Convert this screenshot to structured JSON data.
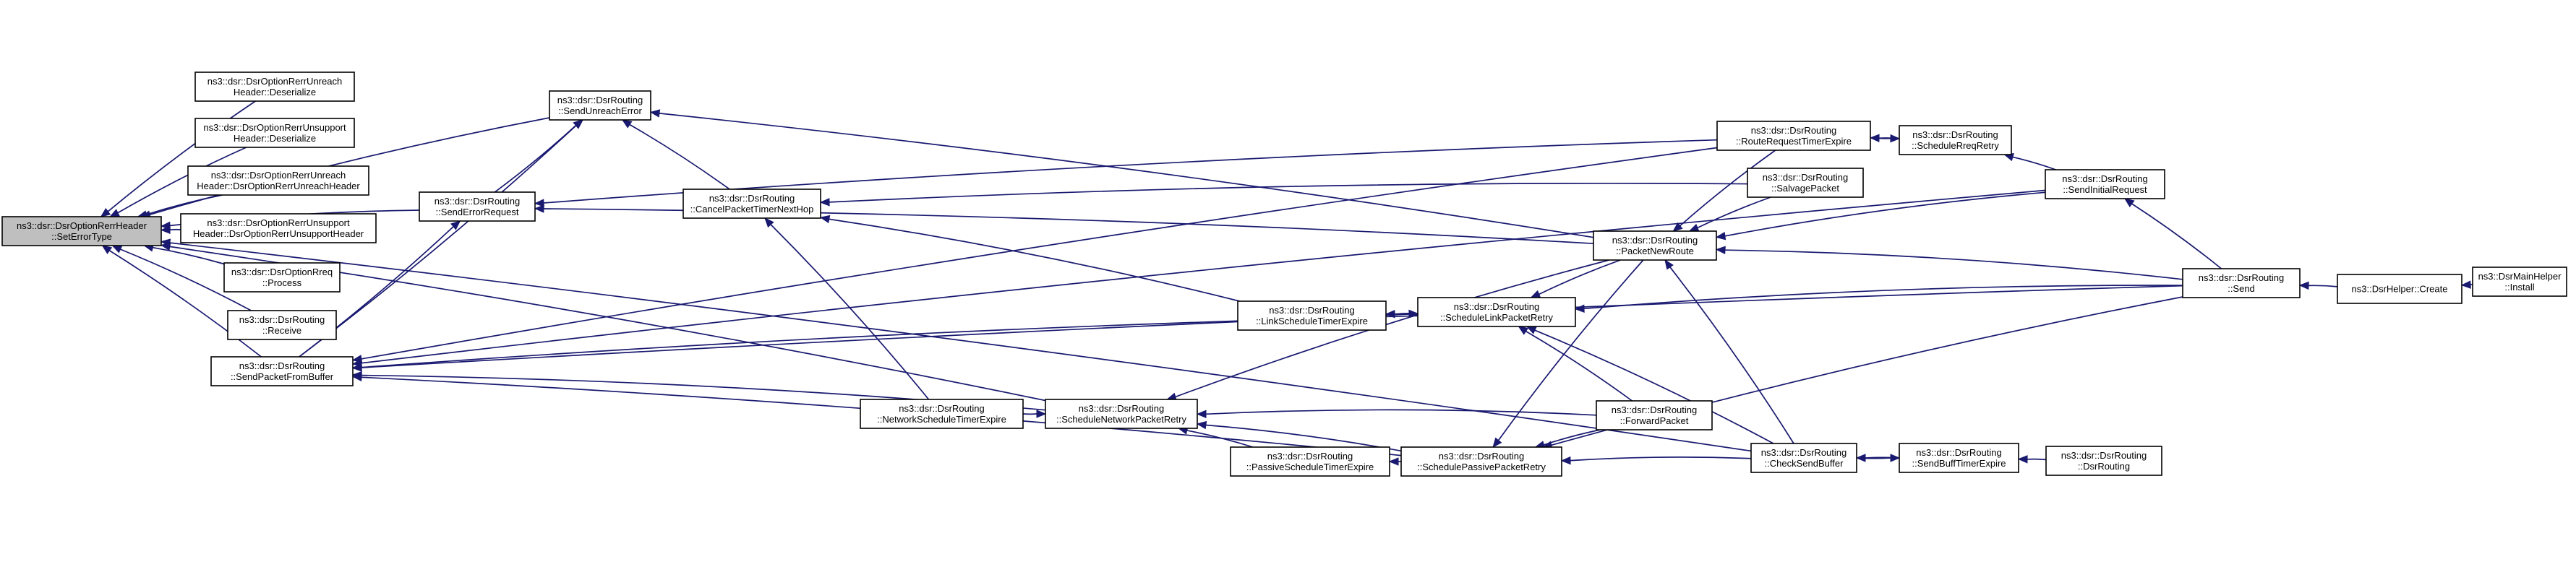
{
  "colors": {
    "edge": "#191970",
    "root_fill": "#bfbfbf",
    "node_fill": "#ffffff",
    "border": "#000000"
  },
  "nodes": [
    {
      "id": "n0",
      "lines": [
        "ns3::dsr::DsrOptionRerrHeader",
        "::SetErrorType"
      ],
      "root": true
    },
    {
      "id": "n1",
      "lines": [
        "ns3::dsr::DsrOptionRerrUnreach",
        "Header::Deserialize"
      ]
    },
    {
      "id": "n2",
      "lines": [
        "ns3::dsr::DsrOptionRerrUnsupport",
        "Header::Deserialize"
      ]
    },
    {
      "id": "n3",
      "lines": [
        "ns3::dsr::DsrOptionRerrUnreach",
        "Header::DsrOptionRerrUnreachHeader"
      ]
    },
    {
      "id": "n4",
      "lines": [
        "ns3::dsr::DsrOptionRerrUnsupport",
        "Header::DsrOptionRerrUnsupportHeader"
      ]
    },
    {
      "id": "n5",
      "lines": [
        "ns3::dsr::DsrOptionRreq",
        "::Process"
      ]
    },
    {
      "id": "n6",
      "lines": [
        "ns3::dsr::DsrRouting",
        "::Receive"
      ]
    },
    {
      "id": "n7",
      "lines": [
        "ns3::dsr::DsrRouting",
        "::SendPacketFromBuffer"
      ]
    },
    {
      "id": "n8",
      "lines": [
        "ns3::dsr::DsrRouting",
        "::SendUnreachError"
      ]
    },
    {
      "id": "n9",
      "lines": [
        "ns3::dsr::DsrRouting",
        "::SendErrorRequest"
      ]
    },
    {
      "id": "n10",
      "lines": [
        "ns3::dsr::DsrRouting",
        "::CancelPacketTimerNextHop"
      ]
    },
    {
      "id": "n11",
      "lines": [
        "ns3::dsr::DsrRouting",
        "::NetworkScheduleTimerExpire"
      ]
    },
    {
      "id": "n12",
      "lines": [
        "ns3::dsr::DsrRouting",
        "::ScheduleNetworkPacketRetry"
      ]
    },
    {
      "id": "n13",
      "lines": [
        "ns3::dsr::DsrRouting",
        "::LinkScheduleTimerExpire"
      ]
    },
    {
      "id": "n14",
      "lines": [
        "ns3::dsr::DsrRouting",
        "::PassiveScheduleTimerExpire"
      ]
    },
    {
      "id": "n15",
      "lines": [
        "ns3::dsr::DsrRouting",
        "::ScheduleLinkPacketRetry"
      ]
    },
    {
      "id": "n16",
      "lines": [
        "ns3::dsr::DsrRouting",
        "::SchedulePassivePacketRetry"
      ]
    },
    {
      "id": "n17",
      "lines": [
        "ns3::dsr::DsrRouting",
        "::PacketNewRoute"
      ]
    },
    {
      "id": "n18",
      "lines": [
        "ns3::dsr::DsrRouting",
        "::ForwardPacket"
      ]
    },
    {
      "id": "n19",
      "lines": [
        "ns3::dsr::DsrRouting",
        "::RouteRequestTimerExpire"
      ]
    },
    {
      "id": "n20",
      "lines": [
        "ns3::dsr::DsrRouting",
        "::SalvagePacket"
      ]
    },
    {
      "id": "n21",
      "lines": [
        "ns3::dsr::DsrRouting",
        "::CheckSendBuffer"
      ]
    },
    {
      "id": "n22",
      "lines": [
        "ns3::dsr::DsrRouting",
        "::ScheduleRreqRetry"
      ]
    },
    {
      "id": "n23",
      "lines": [
        "ns3::dsr::DsrRouting",
        "::SendBuffTimerExpire"
      ]
    },
    {
      "id": "n24",
      "lines": [
        "ns3::dsr::DsrRouting",
        "::SendInitialRequest"
      ]
    },
    {
      "id": "n25",
      "lines": [
        "ns3::dsr::DsrRouting",
        "::DsrRouting"
      ]
    },
    {
      "id": "n26",
      "lines": [
        "ns3::dsr::DsrRouting",
        "::Send"
      ]
    },
    {
      "id": "n27",
      "lines": [
        "ns3::DsrHelper::Create"
      ]
    },
    {
      "id": "n28",
      "lines": [
        "ns3::DsrMainHelper",
        "::Install"
      ]
    }
  ],
  "edges": [
    [
      "n1",
      "n0"
    ],
    [
      "n2",
      "n0"
    ],
    [
      "n3",
      "n0"
    ],
    [
      "n4",
      "n0"
    ],
    [
      "n5",
      "n0"
    ],
    [
      "n6",
      "n0"
    ],
    [
      "n7",
      "n0"
    ],
    [
      "n8",
      "n0"
    ],
    [
      "n9",
      "n0"
    ],
    [
      "n12",
      "n0"
    ],
    [
      "n21",
      "n0"
    ],
    [
      "n9",
      "n8"
    ],
    [
      "n7",
      "n8"
    ],
    [
      "n10",
      "n8"
    ],
    [
      "n17",
      "n8"
    ],
    [
      "n7",
      "n9"
    ],
    [
      "n17",
      "n9"
    ],
    [
      "n19",
      "n9"
    ],
    [
      "n12",
      "n7"
    ],
    [
      "n15",
      "n7"
    ],
    [
      "n16",
      "n7"
    ],
    [
      "n19",
      "n7"
    ],
    [
      "n24",
      "n7"
    ],
    [
      "n26",
      "n7"
    ],
    [
      "n13",
      "n10"
    ],
    [
      "n11",
      "n10"
    ],
    [
      "n20",
      "n10"
    ],
    [
      "n11",
      "n12"
    ],
    [
      "n14",
      "n12"
    ],
    [
      "n17",
      "n12"
    ],
    [
      "n18",
      "n12"
    ],
    [
      "n16",
      "n12"
    ],
    [
      "n15",
      "n13"
    ],
    [
      "n16",
      "n14"
    ],
    [
      "n13",
      "n15"
    ],
    [
      "n17",
      "n15"
    ],
    [
      "n18",
      "n15"
    ],
    [
      "n21",
      "n15"
    ],
    [
      "n26",
      "n15"
    ],
    [
      "n18",
      "n16"
    ],
    [
      "n21",
      "n16"
    ],
    [
      "n26",
      "n16"
    ],
    [
      "n17",
      "n16"
    ],
    [
      "n19",
      "n17"
    ],
    [
      "n20",
      "n17"
    ],
    [
      "n24",
      "n17"
    ],
    [
      "n26",
      "n17"
    ],
    [
      "n21",
      "n17"
    ],
    [
      "n22",
      "n19"
    ],
    [
      "n19",
      "n22"
    ],
    [
      "n24",
      "n22"
    ],
    [
      "n23",
      "n21"
    ],
    [
      "n21",
      "n23"
    ],
    [
      "n25",
      "n23"
    ],
    [
      "n26",
      "n24"
    ],
    [
      "n27",
      "n26"
    ],
    [
      "n28",
      "n27"
    ]
  ]
}
